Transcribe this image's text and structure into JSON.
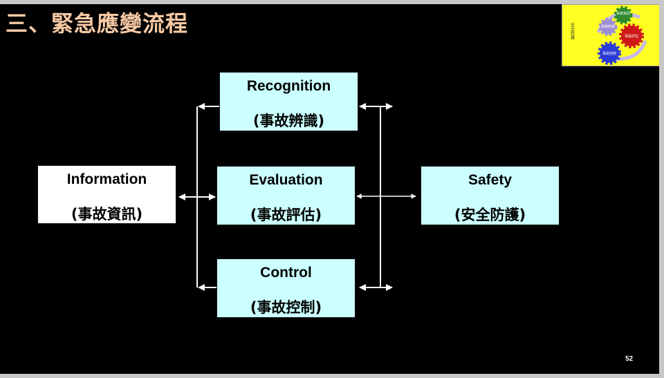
{
  "slide": {
    "title": "三、緊急應變流程",
    "page_number": "52"
  },
  "boxes": {
    "information": {
      "en": "Information",
      "zh": "(事故資訊)"
    },
    "recognition": {
      "en": "Recognition",
      "zh": "(事故辨識)"
    },
    "evaluation": {
      "en": "Evaluation",
      "zh": "(事故評估)"
    },
    "control": {
      "en": "Control",
      "zh": "(事故控制)"
    },
    "safety": {
      "en": "Safety",
      "zh": "(安全防護)"
    }
  },
  "thumbnail": {
    "side_text": "安全防護",
    "gear_green": "事故資訊",
    "gear_purple": "事故辨識",
    "gear_red": "事故評估",
    "gear_blue": "事故控制"
  },
  "colors": {
    "background": "#000000",
    "title": "#f7c9a4",
    "box_fill": "#ccffff",
    "info_fill": "#ffffff",
    "arrow": "#ffffff",
    "thumb_bg": "#ffff22"
  }
}
